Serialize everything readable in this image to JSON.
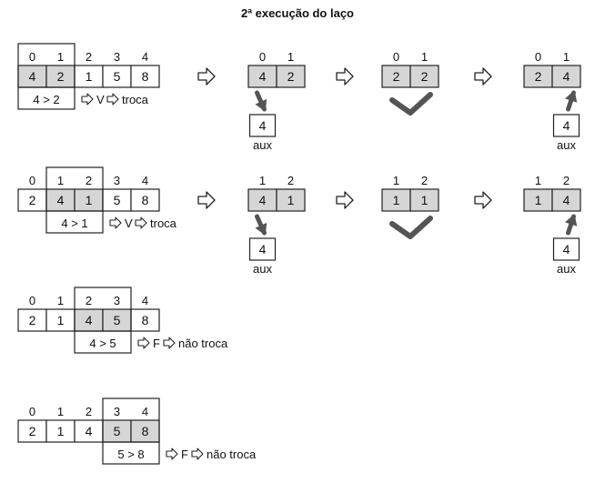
{
  "title": "2ª execução do laço",
  "aux_label": "aux",
  "colors": {
    "highlight": "#d6d6d6",
    "arrow": "#555555",
    "stroke": "#222222"
  },
  "rows": [
    {
      "indices": [
        "0",
        "1",
        "2",
        "3",
        "4"
      ],
      "values": [
        "4",
        "2",
        "1",
        "5",
        "8"
      ],
      "highlight": [
        0,
        1
      ],
      "comparison": "4 > 2",
      "result": "V",
      "action": "troca",
      "swap_steps": [
        {
          "indices": [
            "0",
            "1"
          ],
          "values": [
            "4",
            "2"
          ],
          "aux": "4"
        },
        {
          "indices": [
            "0",
            "1"
          ],
          "values": [
            "2",
            "2"
          ]
        },
        {
          "indices": [
            "0",
            "1"
          ],
          "values": [
            "2",
            "4"
          ],
          "aux": "4"
        }
      ]
    },
    {
      "indices": [
        "0",
        "1",
        "2",
        "3",
        "4"
      ],
      "values": [
        "2",
        "4",
        "1",
        "5",
        "8"
      ],
      "highlight": [
        1,
        2
      ],
      "comparison": "4 > 1",
      "result": "V",
      "action": "troca",
      "swap_steps": [
        {
          "indices": [
            "1",
            "2"
          ],
          "values": [
            "4",
            "1"
          ],
          "aux": "4"
        },
        {
          "indices": [
            "1",
            "2"
          ],
          "values": [
            "1",
            "1"
          ]
        },
        {
          "indices": [
            "1",
            "2"
          ],
          "values": [
            "1",
            "4"
          ],
          "aux": "4"
        }
      ]
    },
    {
      "indices": [
        "0",
        "1",
        "2",
        "3",
        "4"
      ],
      "values": [
        "2",
        "1",
        "4",
        "5",
        "8"
      ],
      "highlight": [
        2,
        3
      ],
      "comparison": "4 > 5",
      "result": "F",
      "action": "não troca"
    },
    {
      "indices": [
        "0",
        "1",
        "2",
        "3",
        "4"
      ],
      "values": [
        "2",
        "1",
        "4",
        "5",
        "8"
      ],
      "highlight": [
        3,
        4
      ],
      "comparison": "5 > 8",
      "result": "F",
      "action": "não troca"
    }
  ]
}
